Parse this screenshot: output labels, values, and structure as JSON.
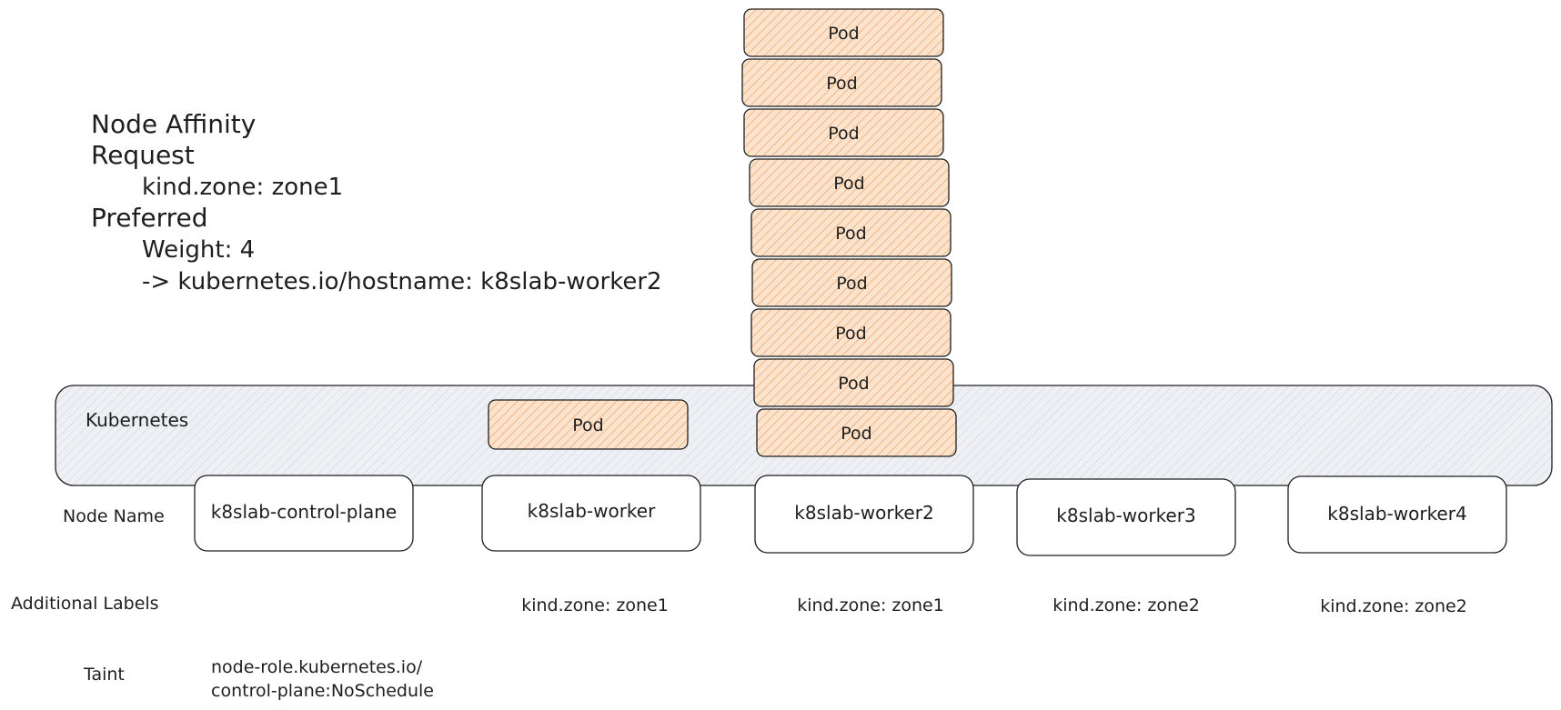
{
  "policy": {
    "title": "Node Affinity",
    "request_heading": "Request",
    "request_rule": "kind.zone: zone1",
    "preferred_heading": "Preferred",
    "weight": "Weight: 4",
    "preferred_rule": "-> kubernetes.io/hostname: k8slab-worker2"
  },
  "cluster": {
    "label": "Kubernetes"
  },
  "pod_label": "Pod",
  "row_labels": {
    "node_name": "Node Name",
    "additional_labels": "Additional Labels",
    "taint": "Taint"
  },
  "nodes": [
    {
      "name": "k8slab-control-plane",
      "zone_label": ""
    },
    {
      "name": "k8slab-worker",
      "zone_label": "kind.zone: zone1"
    },
    {
      "name": "k8slab-worker2",
      "zone_label": "kind.zone: zone1"
    },
    {
      "name": "k8slab-worker3",
      "zone_label": "kind.zone: zone2"
    },
    {
      "name": "k8slab-worker4",
      "zone_label": "kind.zone: zone2"
    }
  ],
  "taint": {
    "line1": "node-role.kubernetes.io/",
    "line2": "control-plane:NoSchedule"
  },
  "pod_counts": {
    "k8slab-worker": 1,
    "k8slab-worker2": 9
  },
  "colors": {
    "pod_fill": "#f4a261",
    "cluster_fill": "#d7dce3",
    "stroke": "#1e1e1e"
  }
}
